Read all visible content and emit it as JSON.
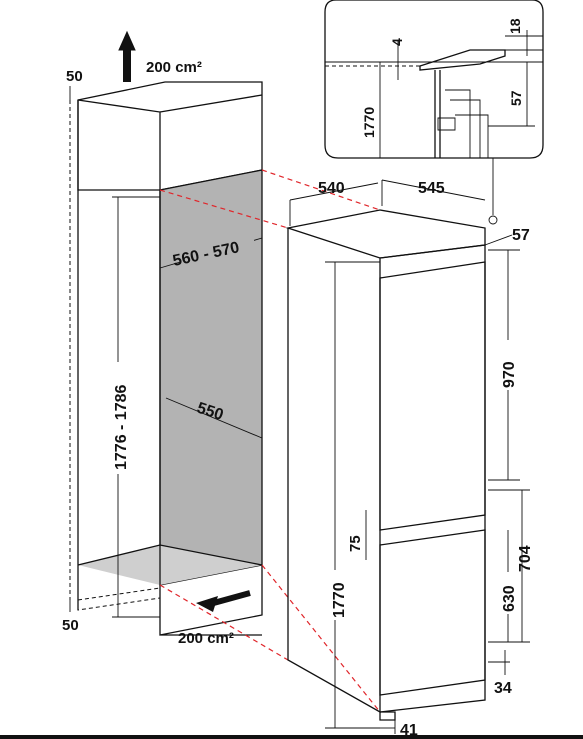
{
  "labels": {
    "top_airflow": "200 cm²",
    "bottom_airflow": "200 cm²",
    "niche_top_gap": "50",
    "niche_bottom_gap": "50",
    "niche_height": "1776 - 1786",
    "niche_width": "560 - 570",
    "niche_depth": "550",
    "appliance_width": "540",
    "appliance_depth": "545",
    "door_hinge_offset": "57",
    "upper_door_height": "970",
    "door_gap": "75",
    "appliance_height": "1770",
    "lower_section_height": "704",
    "lower_door_height": "630",
    "plinth_height": "34",
    "foot_depth": "41",
    "detail_gap": "4",
    "detail_top": "18",
    "detail_offset": "57",
    "detail_height": "1770"
  },
  "colors": {
    "ink": "#111111",
    "niche_interior": "#b3b3b3",
    "niche_floor": "#cfcfcf",
    "guide_lines": "#e0262b"
  },
  "icons": {
    "top_arrow": "arrow-up-icon",
    "bottom_arrow": "arrow-right-icon"
  }
}
